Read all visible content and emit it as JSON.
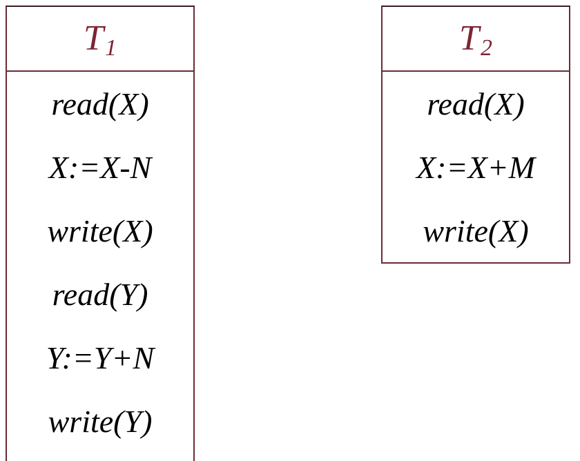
{
  "transactions": [
    {
      "id": "t1",
      "name_letter": "T",
      "name_subscript": "1",
      "operations": [
        "read(X)",
        "X:=X-N",
        "write(X)",
        "read(Y)",
        "Y:=Y+N",
        "write(Y)"
      ]
    },
    {
      "id": "t2",
      "name_letter": "T",
      "name_subscript": "2",
      "operations": [
        "read(X)",
        "X:=X+M",
        "write(X)"
      ]
    }
  ],
  "colors": {
    "header_text": "#7a2633",
    "border": "#6b2a35",
    "operation_text": "#000000"
  }
}
